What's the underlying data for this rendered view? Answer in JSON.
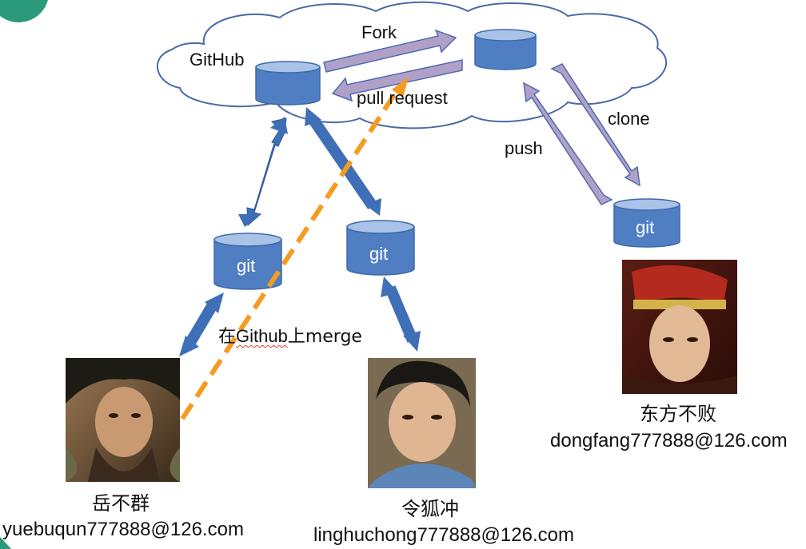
{
  "diagram": {
    "github_label": "GitHub",
    "fork_label": "Fork",
    "pull_request_label": "pull request",
    "clone_label": "clone",
    "push_label": "push",
    "merge_prefix": "在",
    "merge_github": "Github",
    "merge_suffix": "上merge",
    "git_label": "git"
  },
  "people": [
    {
      "name": "岳不群",
      "email": "yuebuqun777888@126.com"
    },
    {
      "name": "令狐冲",
      "email": "linghuchong777888@126.com"
    },
    {
      "name": "东方不败",
      "email": "dongfang777888@126.com"
    }
  ],
  "colors": {
    "cylinder_fill": "#4f7fc2",
    "cylinder_top": "#a9c3e8",
    "cylinder_stroke": "#3d6aa8",
    "fork_arrow_fill": "#b0a0c8",
    "fork_arrow_stroke": "#4f6bb0",
    "blue_arrow": "#3f6fb6",
    "merge_dash": "#f59b1f",
    "cloud_stroke": "#4a6aa6"
  }
}
